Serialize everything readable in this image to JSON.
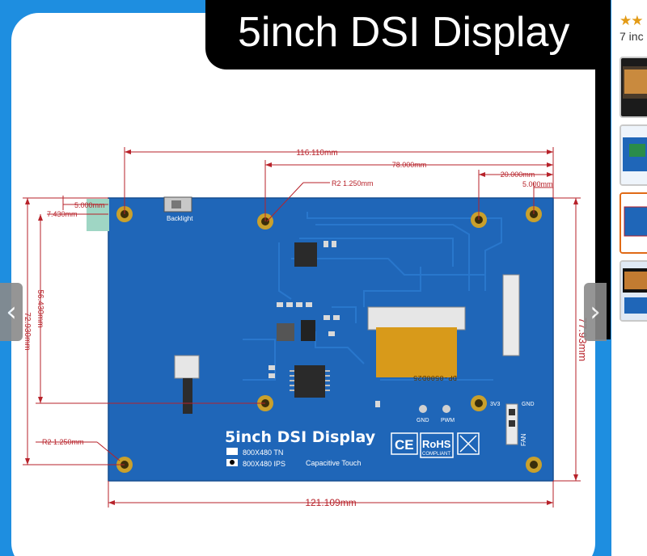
{
  "product": {
    "title": "5inch DSI Display"
  },
  "board": {
    "silk_title": "5inch DSI Display",
    "option_tn": "800X480 TN",
    "option_ips": "800X480 IPS",
    "touch_label": "Capacitive Touch",
    "backlight_label": "Backlight",
    "gnd_label": "GND",
    "pwm_label": "PWM",
    "pin_3v3": "3V3",
    "pin_gnd": "GND",
    "fan_label": "FAN",
    "ce_mark": "CE",
    "rohs_mark": "RoHS",
    "rohs_sub": "COMPLIANT",
    "fpc_code": "DP-0500D25"
  },
  "dimensions": {
    "d1": "116.110mm",
    "d2": "78.000mm",
    "d3": "20.000mm",
    "d4": "5.000mm",
    "d5": "5.000mm",
    "d6": "7.430mm",
    "d7": "R2 1.250mm",
    "d8": "56.430mm",
    "d9": "72.930mm",
    "d10": "77.93mm",
    "d11": "R2 1.250mm",
    "d12": "121.109mm"
  },
  "rating": {
    "stars": "★★",
    "count_text": "7 inc"
  },
  "nav": {
    "prev_icon": "‹",
    "next_icon": "›"
  },
  "colors": {
    "background_blue": "#1e8ee0",
    "pcb_blue": "#1f66b8",
    "dimension_red": "#b7222a",
    "star_orange": "#e39b16",
    "active_thumb_border": "#e06a16"
  }
}
